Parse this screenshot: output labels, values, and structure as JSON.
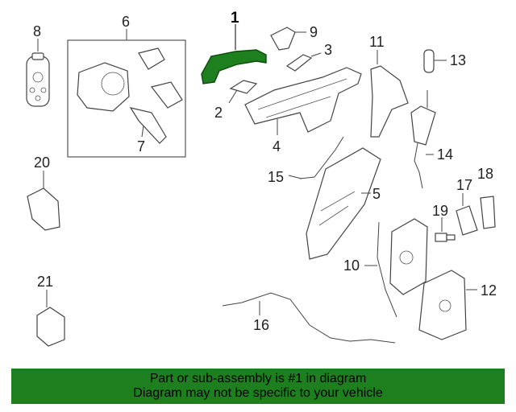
{
  "callouts": {
    "c1": "1",
    "c2": "2",
    "c3": "3",
    "c4": "4",
    "c5": "5",
    "c6": "6",
    "c7": "7",
    "c8": "8",
    "c9": "9",
    "c10": "10",
    "c11": "11",
    "c12": "12",
    "c13": "13",
    "c14": "14",
    "c15": "15",
    "c16": "16",
    "c17": "17",
    "c18": "18",
    "c19": "19",
    "c20": "20",
    "c21": "21"
  },
  "highlight_color": "#1e7f1e",
  "banner": {
    "line1": "Part or sub-assembly is #1 in diagram",
    "line2": "Diagram may not be specific to your vehicle"
  }
}
